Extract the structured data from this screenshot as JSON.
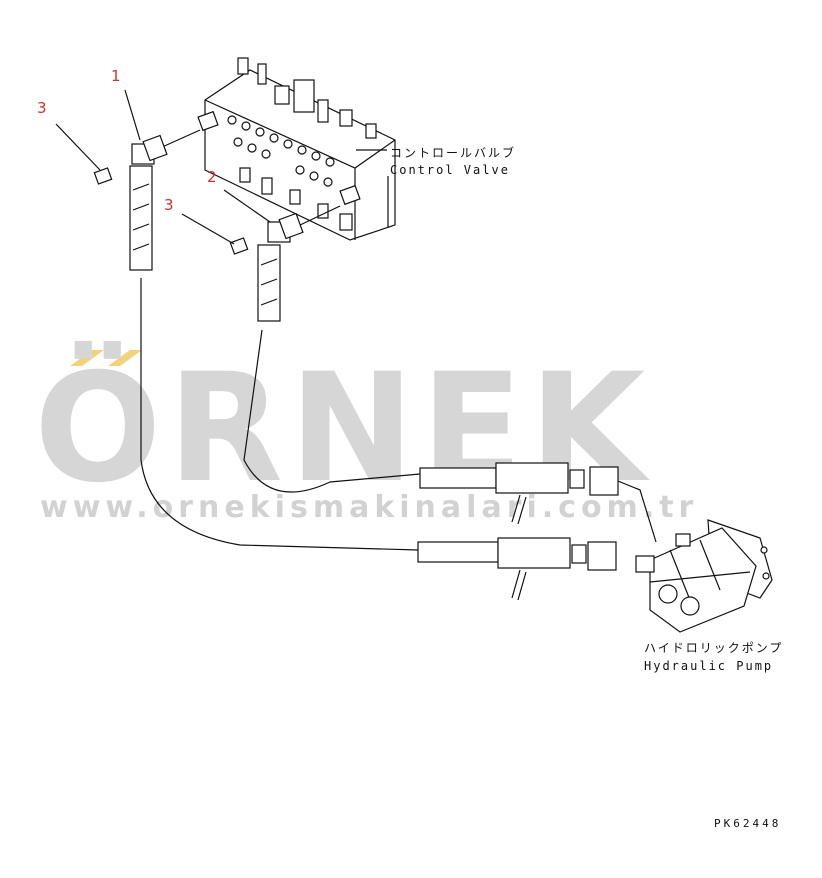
{
  "watermark": {
    "brand": "ÖRNEK",
    "url": "www.ornekismakinalari.com.tr",
    "accent_color": "#f2d27a"
  },
  "callouts": [
    {
      "number": "1"
    },
    {
      "number": "2"
    },
    {
      "number": "3"
    },
    {
      "number": "3"
    }
  ],
  "labels": {
    "control_valve_jp": "コントロールバルブ",
    "control_valve_en": "Control Valve",
    "hydraulic_pump_jp": "ハイドロリックポンプ",
    "hydraulic_pump_en": "Hydraulic Pump"
  },
  "drawing_code": "PK62448"
}
